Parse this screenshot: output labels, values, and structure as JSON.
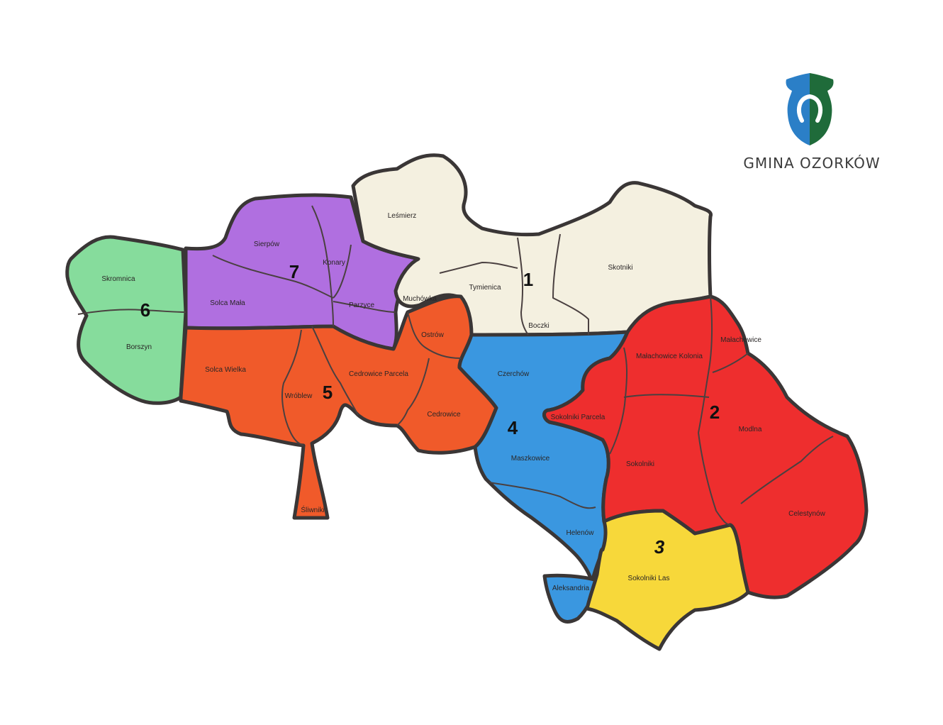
{
  "logo": {
    "text": "GMINA OZORKÓW",
    "colors": {
      "shield_left": "#2b7fc7",
      "shield_right": "#1f6b3a"
    }
  },
  "district_numbers": [
    "1",
    "2",
    "3",
    "4",
    "5",
    "6",
    "7"
  ],
  "villages": [
    "Leśmierz",
    "Muchówka",
    "Tymienica",
    "Boczki",
    "Skotniki",
    "Małachowice Kolonia",
    "Małachowice",
    "Sokolniki Parcela",
    "Sokolniki",
    "Modlna",
    "Celestynów",
    "Sokolniki Las",
    "Czerchów",
    "Maszkowice",
    "Helenów",
    "Aleksandria",
    "Ostrów",
    "Cedrowice Parcela",
    "Cedrowice",
    "Solca Wielka",
    "Wróblew",
    "Śliwniki",
    "Skromnica",
    "Borszyn",
    "Sierpów",
    "Konary",
    "Solca Mała",
    "Parzyce"
  ],
  "colors": {
    "district_1": "#f4f0e0",
    "district_2": "#ee2e2e",
    "district_3": "#f7d83a",
    "district_4": "#3a97e0",
    "district_5": "#f05a2a",
    "district_6": "#86dc9c",
    "district_7": "#b06fe0",
    "border": "#3a3636"
  }
}
